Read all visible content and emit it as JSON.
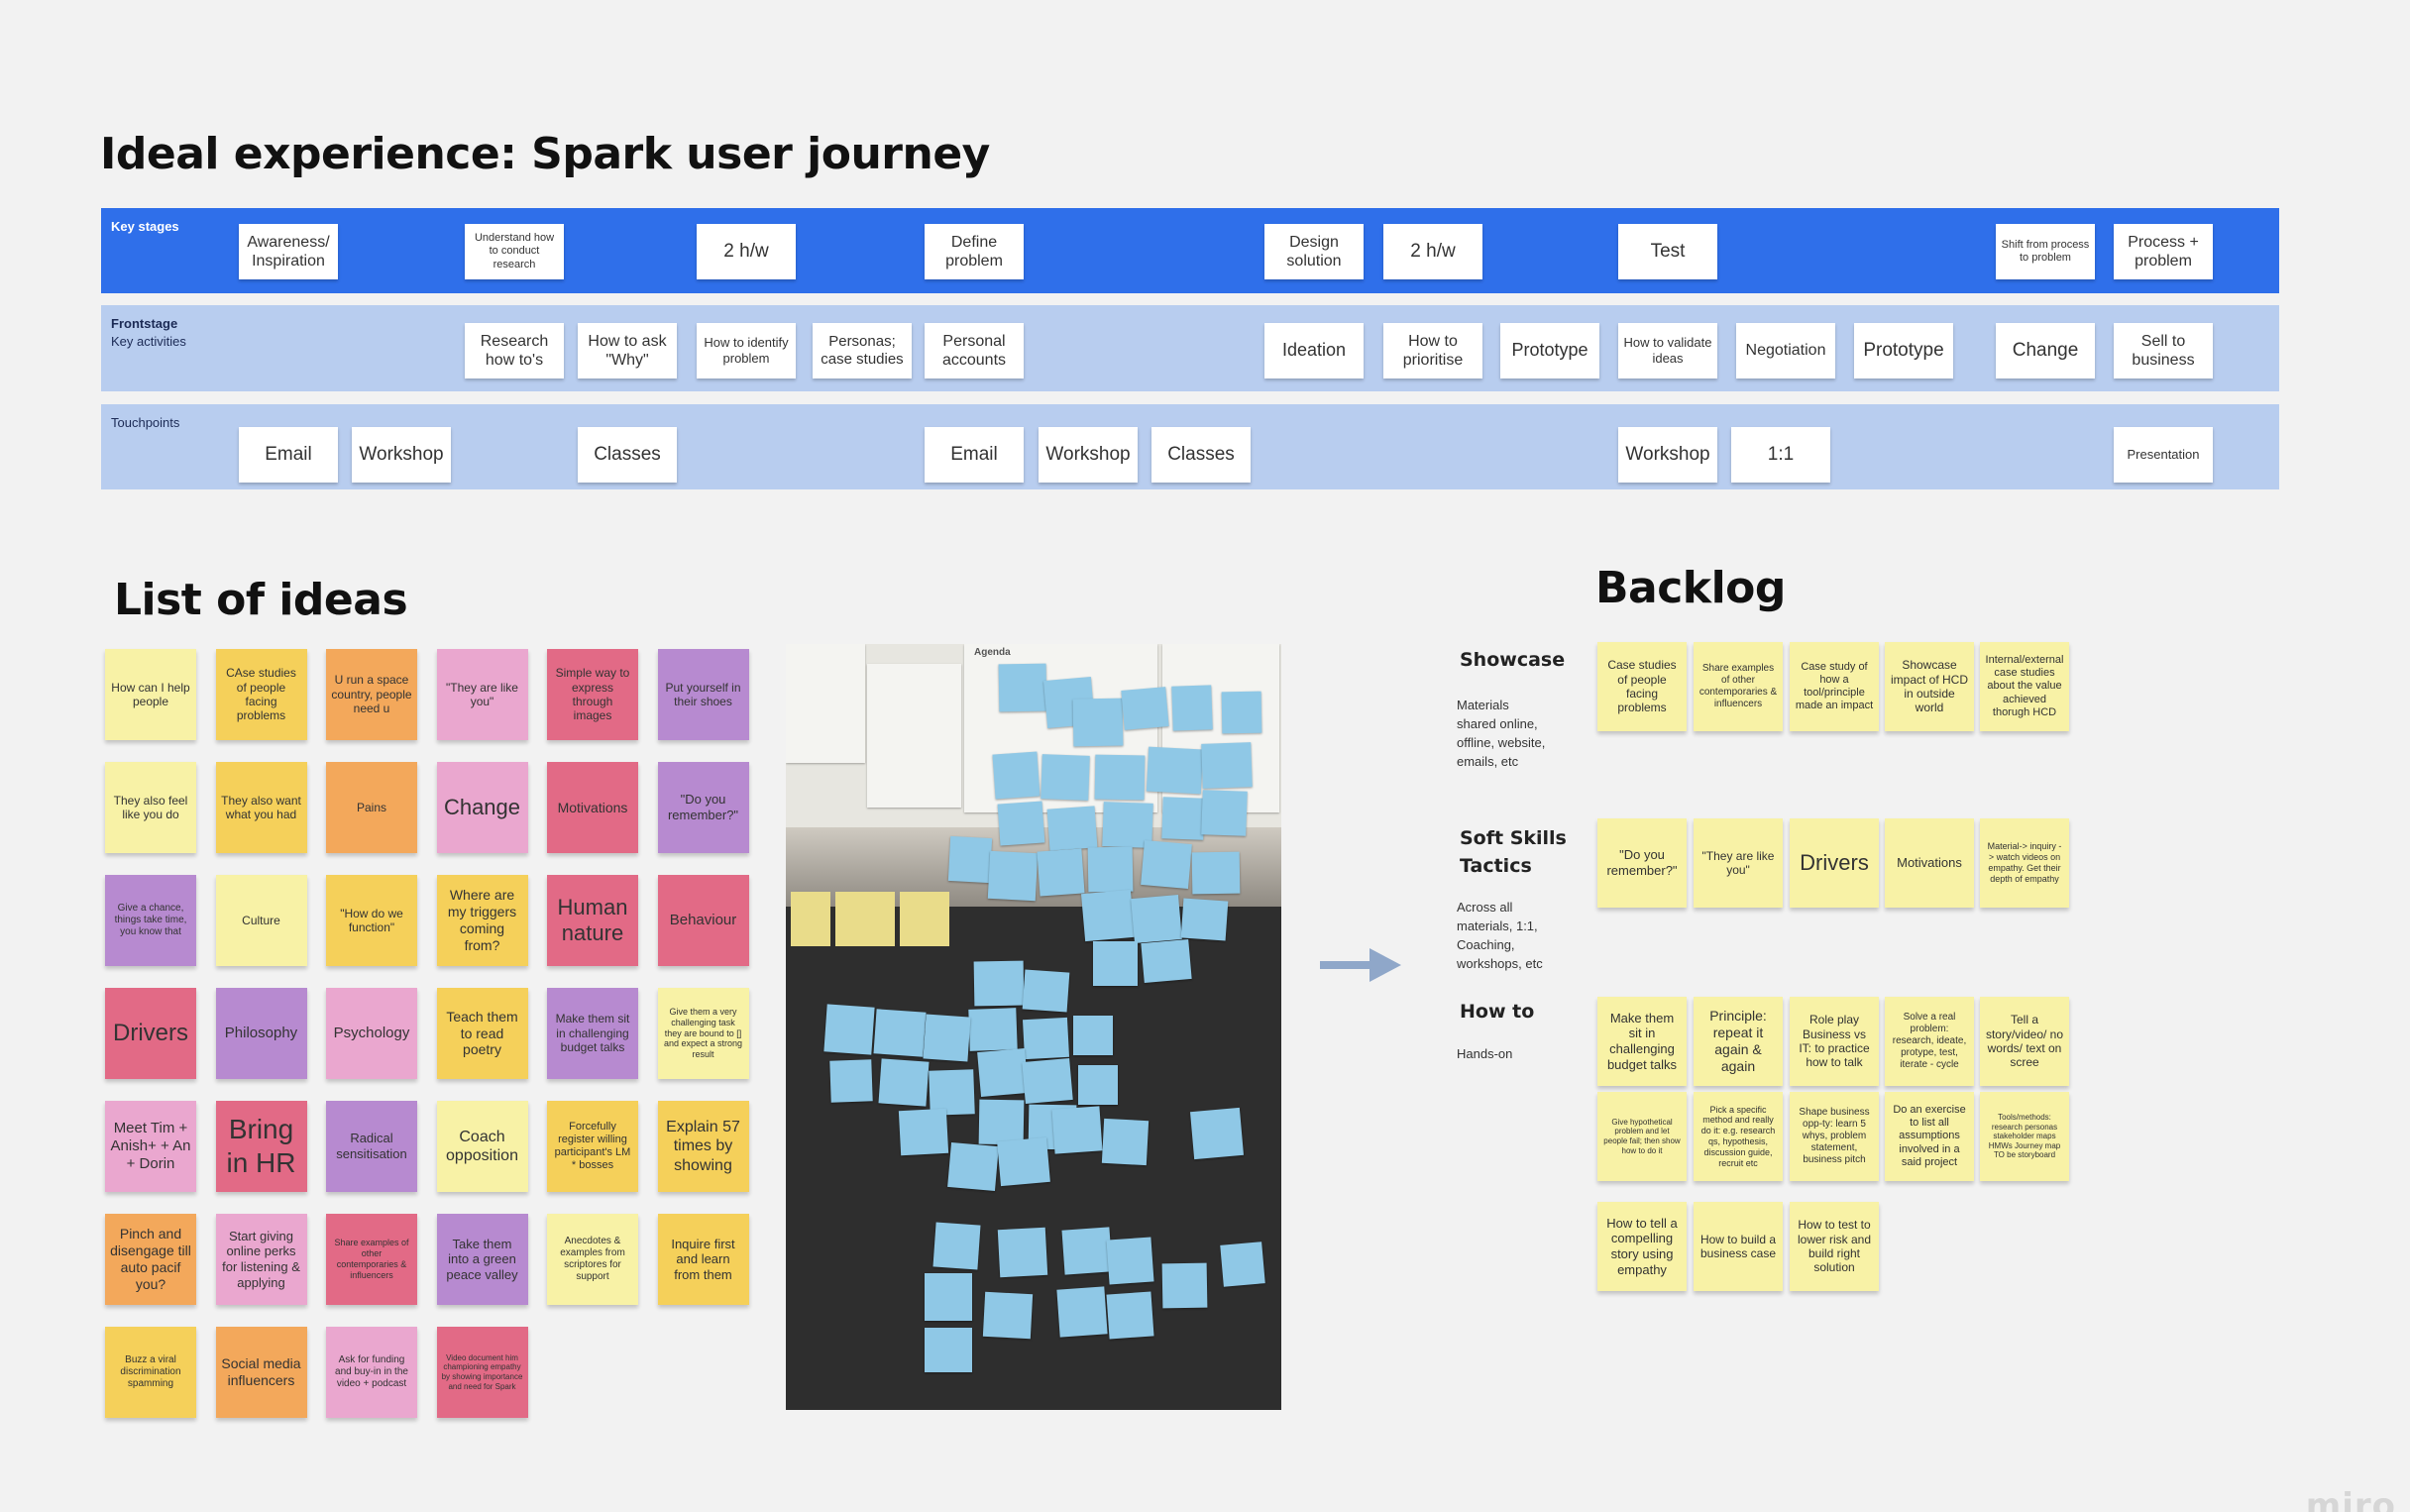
{
  "title": "Ideal experience: Spark user journey",
  "journey": {
    "key_stages": {
      "label": "Key stages",
      "cards": [
        "Awareness/ Inspiration",
        "Understand how to conduct research",
        "2 h/w",
        "Define problem",
        "Design solution",
        "2 h/w",
        "Test",
        "Shift from process to problem",
        "Process + problem"
      ]
    },
    "frontstage": {
      "label": "Frontstage",
      "sublabel": "Key activities",
      "cards": [
        "Research how to's",
        "How to ask \"Why\"",
        "How to identify problem",
        "Personas; case studies",
        "Personal accounts",
        "Ideation",
        "How to prioritise",
        "Prototype",
        "How to validate ideas",
        "Negotiation",
        "Prototype",
        "Change",
        "Sell to business"
      ]
    },
    "touchpoints": {
      "label": "Touchpoints",
      "cards": [
        "Email",
        "Workshop",
        "Classes",
        "Email",
        "Workshop",
        "Classes",
        "Workshop",
        "1:1",
        "Presentation"
      ]
    }
  },
  "ideas": {
    "title": "List of ideas",
    "notes": [
      "How can I help people",
      "CAse studies of people facing problems",
      "U run a space country, people need u",
      "\"They are like you\"",
      "Simple way to express through images",
      "Put yourself in their shoes",
      "They also feel like you do",
      "They also want what you had",
      "Pains",
      "Change",
      "Motivations",
      "\"Do you remember?\"",
      "Give a chance, things take time, you know that",
      "Culture",
      "\"How do we function\"",
      "Where are my triggers coming from?",
      "Human nature",
      "Behaviour",
      "Drivers",
      "Philosophy",
      "Psychology",
      "Teach them to read poetry",
      "Make them sit in challenging budget talks",
      "Give them a very challenging task they are bound to [] and expect a strong result",
      "Meet Tim + Anish+ + An + Dorin",
      "Bring in HR",
      "Radical sensitisation",
      "Coach opposition",
      "Forcefully register willing participant's LM * bosses",
      "Explain 57 times by showing",
      "Pinch and disengage till auto pacif you?",
      "Start giving online perks for listening & applying",
      "Share examples of other contemporaries & influencers",
      "Take them into a green peace valley",
      "Anecdotes & examples from scriptores for support",
      "Inquire first and learn from them",
      "Buzz a viral discrimination spamming",
      "Social media influencers",
      "Ask for funding and buy-in in the video + podcast",
      "Video document him championing empathy by showing importance and need for Spark"
    ],
    "colors": {
      "yellow": "#f8f2a6",
      "amber": "#f5d05a",
      "orange": "#f3a85b",
      "pink": "#eaa7cf",
      "rose": "#e26a86",
      "purple": "#b78ad0"
    }
  },
  "photo": {
    "agenda": "Agenda"
  },
  "backlog": {
    "title": "Backlog",
    "sections": [
      {
        "heading": "Showcase",
        "sub": "Materials shared online, offline, website, emails, etc"
      },
      {
        "heading": "Soft Skills Tactics",
        "sub": "Across all materials, 1:1, Coaching, workshops, etc"
      },
      {
        "heading": "How to",
        "sub": "Hands-on"
      }
    ],
    "notes": [
      "Case studies of people facing problems",
      "Share examples of other contemporaries & influencers",
      "Case study of how a tool/principle made an impact",
      "Showcase impact of HCD in outside world",
      "Internal/external case studies about the value achieved thorugh HCD",
      "\"Do you remember?\"",
      "\"They are like you\"",
      "Drivers",
      "Motivations",
      "Material-> inquiry -> watch videos on empathy. Get their depth of empathy",
      "Make them sit in challenging budget talks",
      "Principle: repeat it again & again",
      "Role play Business vs IT: to practice how to talk",
      "Solve a real problem: research, ideate, protype, test, iterate - cycle",
      "Tell a story/video/ no words/ text on scree",
      "Give hypothetical problem and let people fail; then show how to do it",
      "Pick a specific method and really do it: e.g. research qs, hypothesis, discussion guide, recruit etc",
      "Shape business opp-ty: learn 5 whys, problem statement, business pitch",
      "Do an exercise to list all assumptions involved in a said project",
      "Tools/methods: research personas stakeholder maps HMWs Journey map TO be storyboard",
      "How to tell a compelling story using empathy",
      "How to build a business case",
      "How to test to lower risk and build right solution"
    ]
  },
  "watermark": "miro",
  "theme": {
    "band_dark": "#2f6fea",
    "band_light": "#b8cdef",
    "arrow": "#8fa7c9"
  }
}
